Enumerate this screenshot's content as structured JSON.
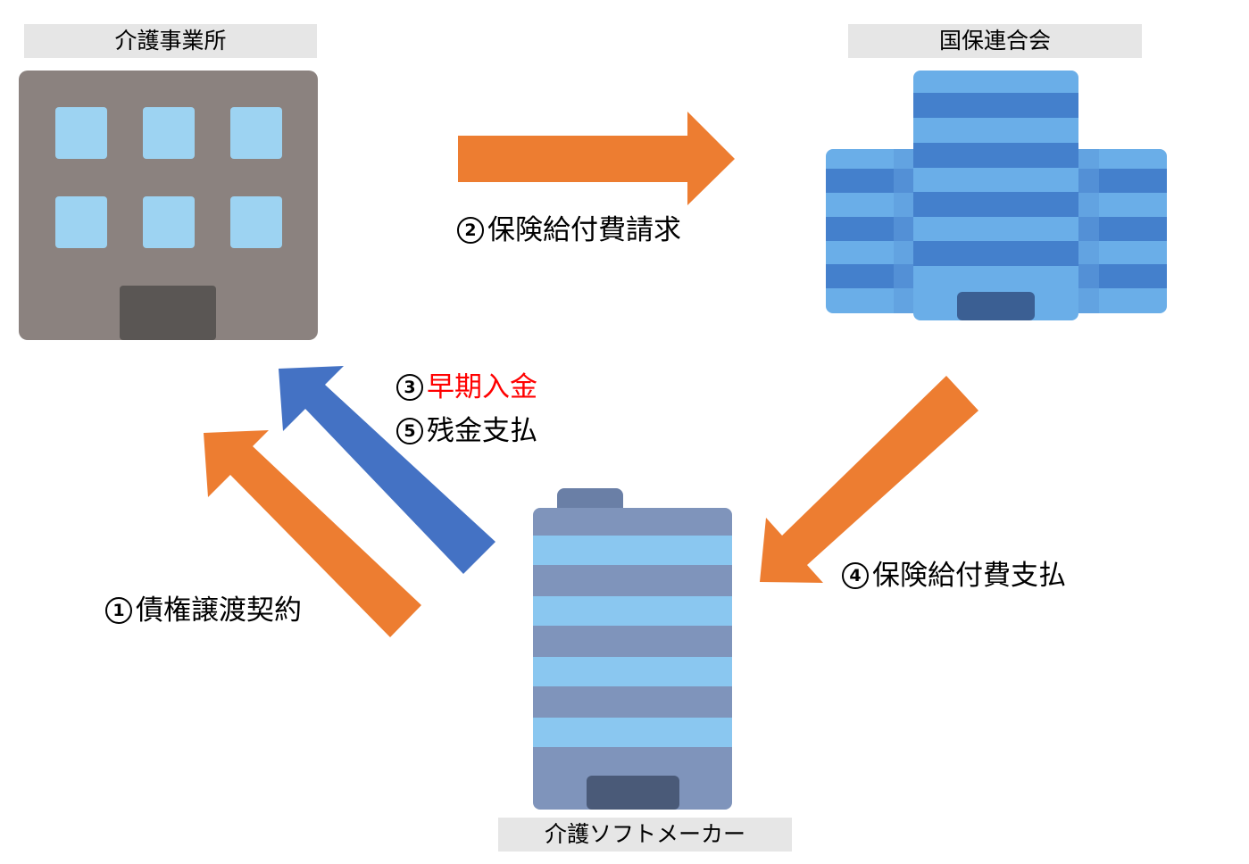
{
  "nodes": {
    "care_office": {
      "label": "介護事業所"
    },
    "federation": {
      "label": "国保連合会"
    },
    "software_maker": {
      "label": "介護ソフトメーカー"
    }
  },
  "flows": {
    "step1": {
      "number": "1",
      "text": "債権譲渡契約"
    },
    "step2": {
      "number": "2",
      "text": "保険給付費請求"
    },
    "step3": {
      "number": "3",
      "text": "早期入金"
    },
    "step4": {
      "number": "4",
      "text": "保険給付費支払"
    },
    "step5": {
      "number": "5",
      "text": "残金支払"
    }
  },
  "colors": {
    "orange_arrow": "#ed7d31",
    "blue_arrow": "#4472c4",
    "highlight_text": "#ff0000",
    "label_bg": "#e6e6e6"
  }
}
